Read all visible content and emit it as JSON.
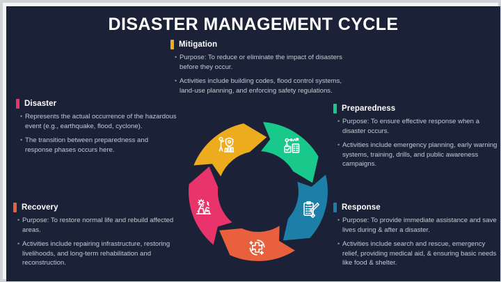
{
  "slide": {
    "title": "DISASTER MANAGEMENT CYCLE",
    "background_color": "#1b2137",
    "frame_color": "#cfd2d8"
  },
  "blocks": {
    "mitigation": {
      "title": "Mitigation",
      "color": "#edab1e",
      "bullets": [
        "Purpose: To reduce or eliminate the impact of disasters before they occur.",
        "Activities include building codes, flood control systems, land-use planning, and enforcing safety regulations."
      ]
    },
    "disaster": {
      "title": "Disaster",
      "color": "#e8336b",
      "bullets": [
        "Represents the actual occurrence of the hazardous event (e.g., earthquake, flood, cyclone).",
        "The transition between preparedness and response phases occurs here."
      ]
    },
    "preparedness": {
      "title": "Preparedness",
      "color": "#19c98b",
      "bullets": [
        "Purpose: To ensure effective response when a disaster occurs.",
        "Activities include emergency planning, early warning systems, training, drills, and public awareness campaigns."
      ]
    },
    "recovery": {
      "title": "Recovery",
      "color": "#e8613c",
      "bullets": [
        "Purpose: To restore normal life and rebuild affected areas.",
        "Activities include repairing infrastructure, restoring livelihoods, and long-term rehabilitation and reconstruction."
      ]
    },
    "response": {
      "title": "Response",
      "color": "#1c7fa8",
      "bullets": [
        "Purpose: To provide immediate assistance and save lives during & after a disaster.",
        "Activities include search and rescue, emergency relief, providing medical aid, & ensuring basic needs like food & shelter."
      ]
    }
  },
  "chart_data": {
    "type": "cycle-diagram",
    "title": "Disaster Management Cycle",
    "segment_count": 5,
    "direction": "clockwise",
    "segments": [
      {
        "name": "Mitigation",
        "color": "#edab1e",
        "icon": "person-shield-chart-icon",
        "angle_start": -68,
        "angle_end": 4
      },
      {
        "name": "Preparedness",
        "color": "#19c98b",
        "icon": "planning-checklist-icon",
        "angle_start": 4,
        "angle_end": 76
      },
      {
        "name": "Response",
        "color": "#1c7fa8",
        "icon": "clipboard-tool-icon",
        "angle_start": 76,
        "angle_end": 148
      },
      {
        "name": "Recovery",
        "color": "#e8613c",
        "icon": "medical-cross-renew-icon",
        "angle_start": 148,
        "angle_end": 220
      },
      {
        "name": "Disaster",
        "color": "#e8336b",
        "icon": "earthquake-damage-icon",
        "angle_start": 220,
        "angle_end": 292
      }
    ],
    "bullet_char": "•"
  }
}
